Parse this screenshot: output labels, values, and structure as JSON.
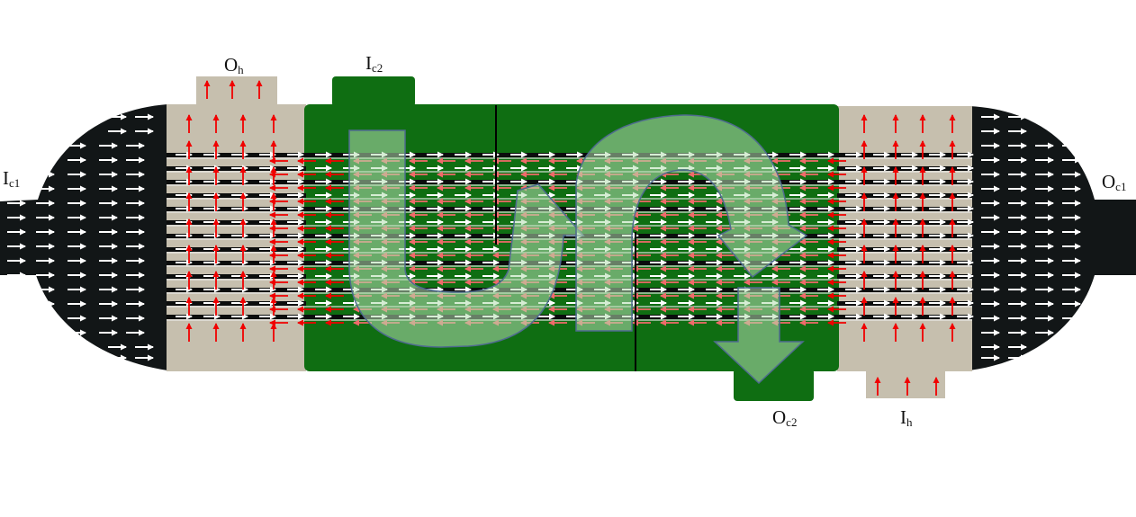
{
  "labels": {
    "ic1": {
      "main": "I",
      "sub": "c1"
    },
    "oh": {
      "main": "O",
      "sub": "h"
    },
    "ic2": {
      "main": "I",
      "sub": "c2"
    },
    "oc1": {
      "main": "O",
      "sub": "c1"
    },
    "oc2": {
      "main": "O",
      "sub": "c2"
    },
    "ih": {
      "main": "I",
      "sub": "h"
    }
  },
  "colors": {
    "header": "#121617",
    "hot_section": "#c6bfae",
    "cold2_section": "#0f6e12",
    "channel_dark": "#0b0d0d",
    "plate_light": "#eeeeee",
    "cold1_arrow": "#ffffff",
    "hot_arrow": "#f00000",
    "hot_arrow_faded": "#f06a6a",
    "flow_overlay": "#b5deb1",
    "overlay_outline": "#4f6b8f",
    "outer_header_overlay": "#9aa6b0"
  }
}
